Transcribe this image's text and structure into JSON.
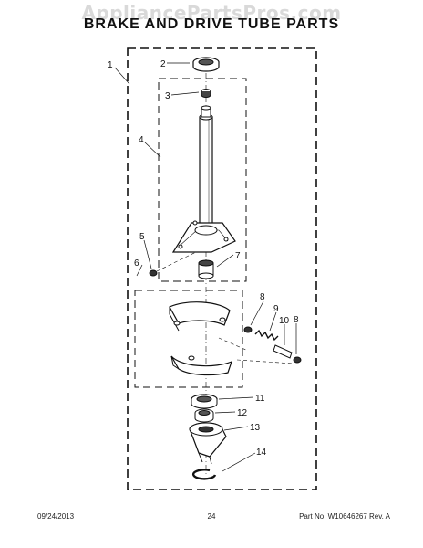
{
  "watermark": "AppliancePartsPros.com",
  "title": "BRAKE AND DRIVE TUBE PARTS",
  "callouts": [
    "1",
    "2",
    "3",
    "4",
    "5",
    "6",
    "7",
    "8",
    "9",
    "10",
    "8",
    "11",
    "12",
    "13",
    "14"
  ],
  "footer": {
    "date": "09/24/2013",
    "page": "24",
    "part_number": "Part No. W10646267  Rev. A"
  }
}
